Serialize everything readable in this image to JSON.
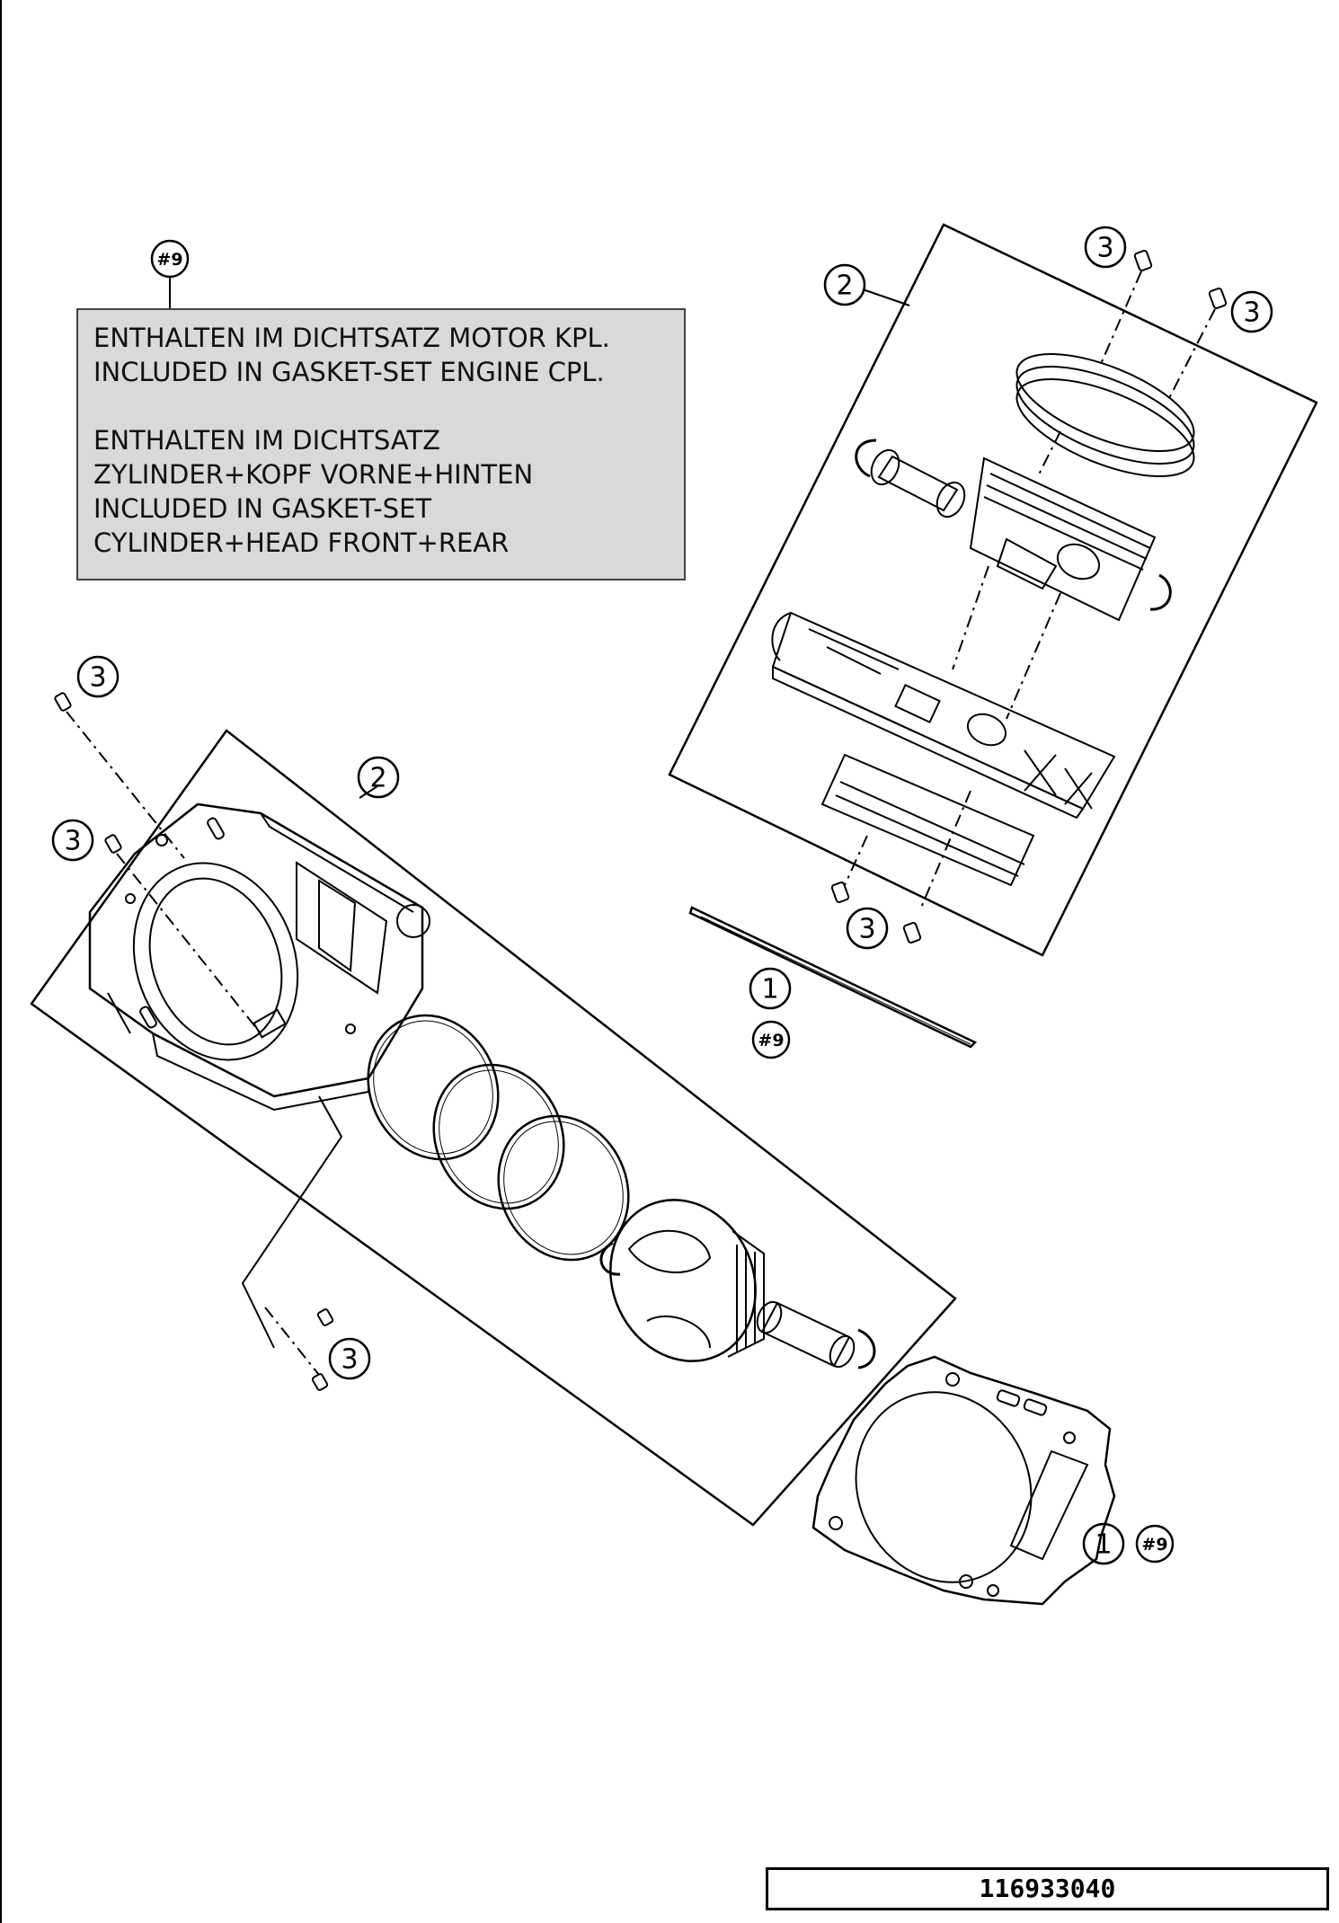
{
  "note": {
    "tag": "#9",
    "lines": [
      "ENTHALTEN IM DICHTSATZ MOTOR KPL.",
      "INCLUDED IN GASKET-SET ENGINE CPL.",
      "",
      "ENTHALTEN IM DICHTSATZ",
      "ZYLINDER+KOPF VORNE+HINTEN",
      "INCLUDED IN GASKET-SET",
      "CYLINDER+HEAD FRONT+REAR"
    ]
  },
  "callouts": {
    "item_1": "1",
    "item_2": "2",
    "item_3": "3",
    "gasket_tag": "#9"
  },
  "document_number": "116933040"
}
